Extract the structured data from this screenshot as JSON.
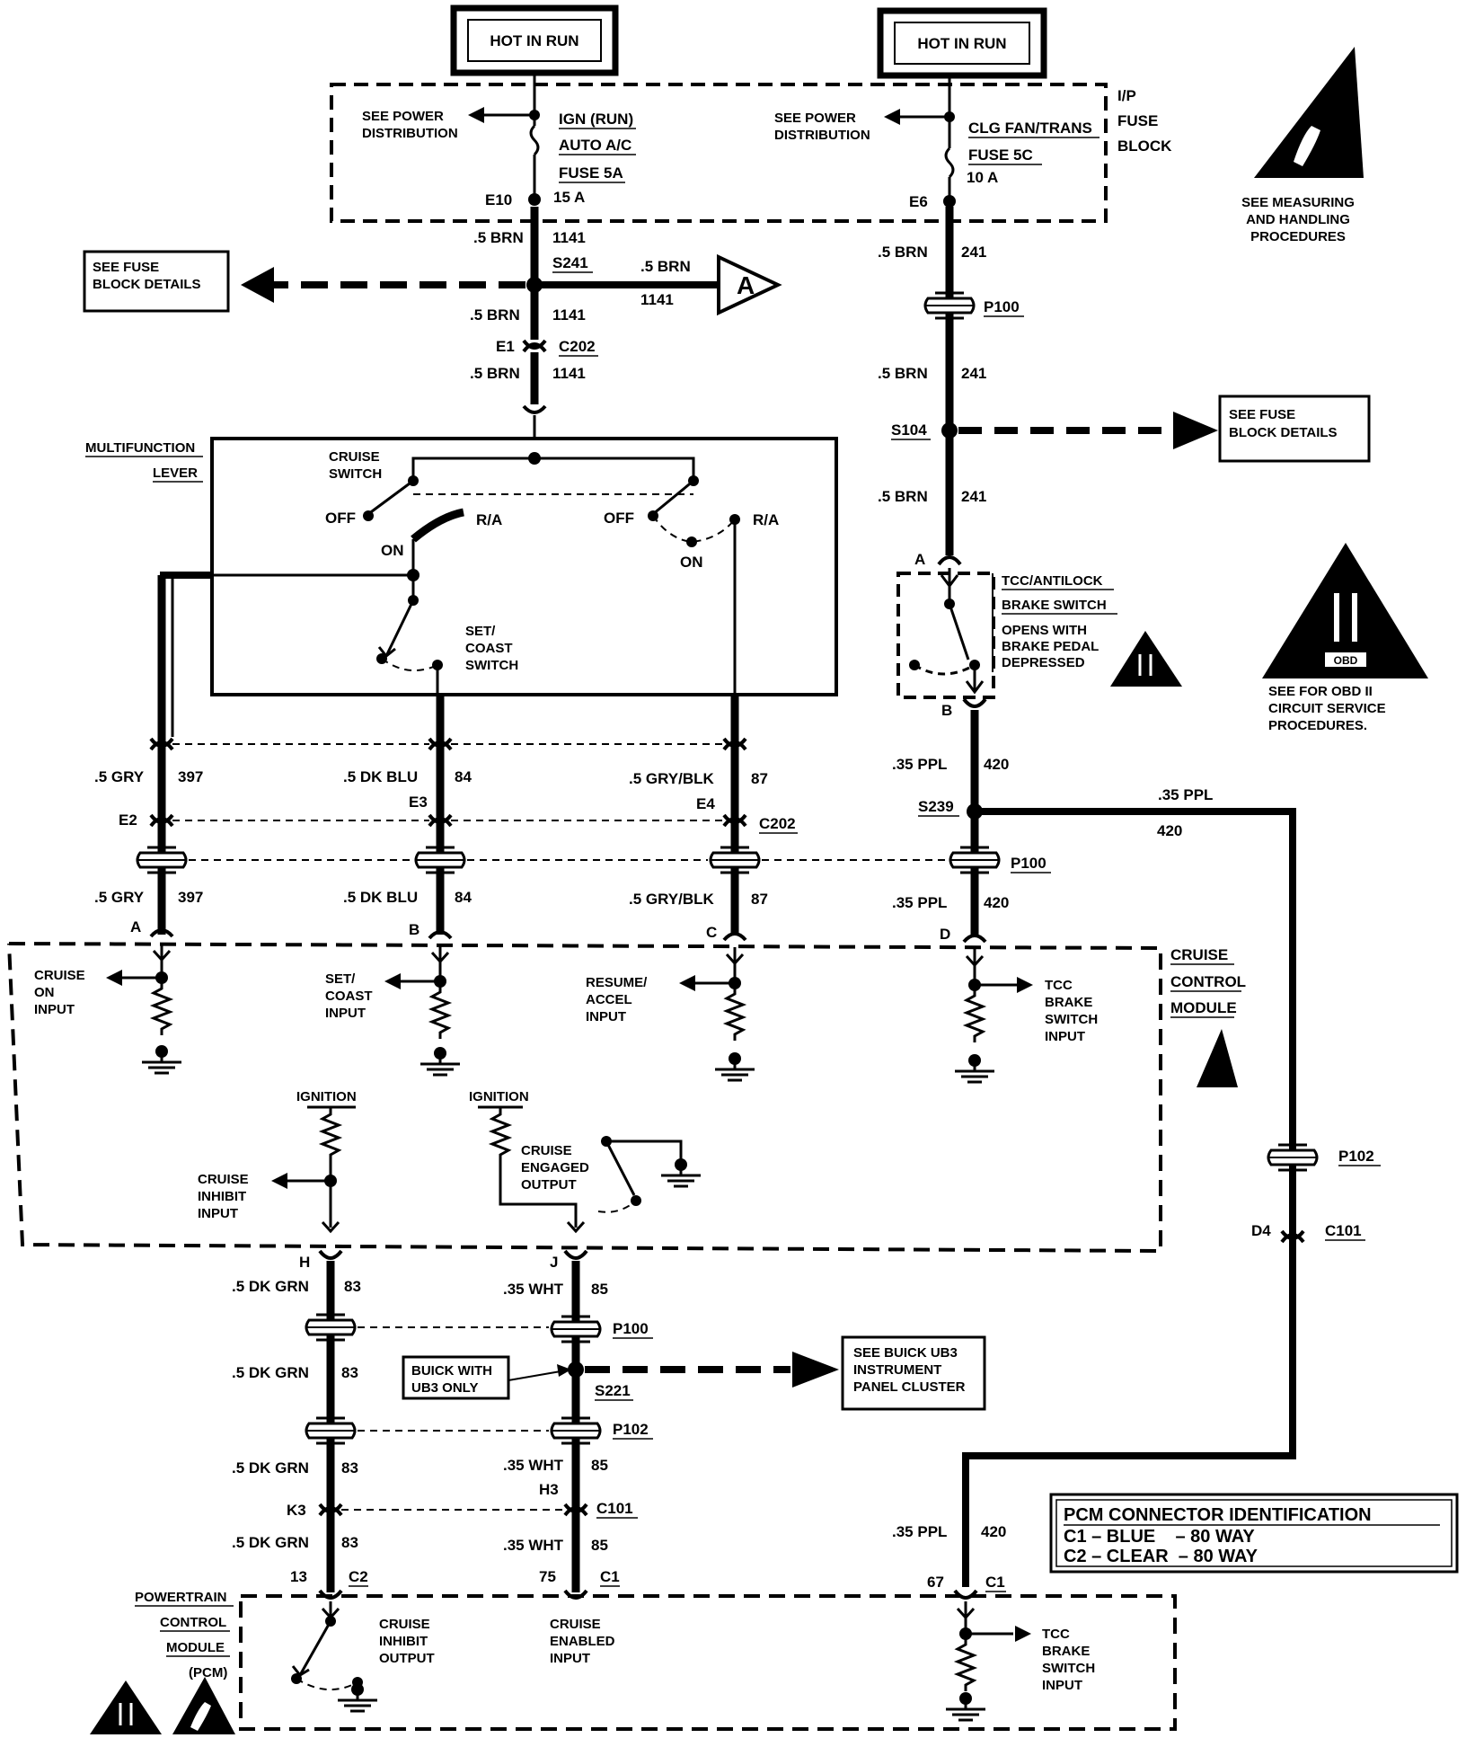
{
  "power": {
    "hot1": "HOT IN RUN",
    "hot2": "HOT IN RUN",
    "ip_fuse_block": [
      "I/P",
      "FUSE",
      "BLOCK"
    ],
    "see_power_1": [
      "SEE POWER",
      "DISTRIBUTION"
    ],
    "see_power_2": [
      "SEE POWER",
      "DISTRIBUTION"
    ],
    "fuse1": [
      "IGN (RUN)",
      "AUTO A/C",
      "FUSE 5A",
      "15 A"
    ],
    "fuse2": [
      "CLG FAN/TRANS",
      "FUSE 5C",
      "10 A"
    ],
    "e10": "E10",
    "e6": "E6"
  },
  "warnings": {
    "esd_top": [
      "SEE MEASURING",
      "AND HANDLING",
      "PROCEDURES"
    ],
    "obd": [
      "SEE FOR OBD II",
      "CIRCUIT SERVICE",
      "PROCEDURES."
    ],
    "obd_mark": "II",
    "obd_badge": "OBD"
  },
  "refs": {
    "fuse_details_left": [
      "SEE FUSE",
      "BLOCK DETAILS"
    ],
    "fuse_details_right": [
      "SEE FUSE",
      "BLOCK DETAILS"
    ],
    "buick_box": [
      "SEE BUICK UB3",
      "INSTRUMENT",
      "PANEL CLUSTER"
    ],
    "ub3_only": [
      "BUICK WITH",
      "UB3 ONLY"
    ],
    "offpage": "A"
  },
  "wires": {
    "brn": ".5 BRN",
    "c1141": "1141",
    "c241": "241",
    "ppl": ".35 PPL",
    "c420": "420",
    "gry": ".5 GRY",
    "c397": "397",
    "dkblu": ".5 DK BLU",
    "c84": "84",
    "gryblk": ".5 GRY/BLK",
    "c87": "87",
    "dkgrn": ".5 DK GRN",
    "c83": "83",
    "wht": ".35 WHT",
    "c85": "85"
  },
  "connectors": {
    "s241": "S241",
    "s104": "S104",
    "s239": "S239",
    "s221": "S221",
    "c202": "C202",
    "c202b": "C202",
    "p100a": "P100",
    "p100b": "P100",
    "p100c": "P100",
    "p102a": "P102",
    "p102b": "P102",
    "c101a": "C101",
    "c101b": "C101",
    "d4": "D4",
    "e1": "E1",
    "e2": "E2",
    "e3": "E3",
    "e4": "E4",
    "k3": "K3",
    "h3": "H3",
    "pa": "A",
    "pb": "B",
    "pc": "C",
    "pd": "D",
    "ph": "H",
    "pj": "J",
    "sw_a": "A",
    "sw_b": "B",
    "pin13": "13",
    "pin75": "75",
    "pin67": "67",
    "c2": "C2",
    "c1a": "C1",
    "c1b": "C1"
  },
  "lever": {
    "title": [
      "MULTIFUNCTION",
      "LEVER"
    ],
    "cruise_switch": [
      "CRUISE",
      "SWITCH"
    ],
    "off1": "OFF",
    "ra1": "R/A",
    "on1": "ON",
    "off2": "OFF",
    "ra2": "R/A",
    "on2": "ON",
    "set_coast": [
      "SET/",
      "COAST",
      "SWITCH"
    ]
  },
  "brake_switch": [
    "TCC/ANTILOCK",
    "BRAKE SWITCH",
    "OPENS WITH",
    "BRAKE PEDAL",
    "DEPRESSED"
  ],
  "ccm": {
    "title": [
      "CRUISE",
      "CONTROL",
      "MODULE"
    ],
    "cruise_on": [
      "CRUISE",
      "ON",
      "INPUT"
    ],
    "set_coast": [
      "SET/",
      "COAST",
      "INPUT"
    ],
    "resume": [
      "RESUME/",
      "ACCEL",
      "INPUT"
    ],
    "tcc": [
      "TCC",
      "BRAKE",
      "SWITCH",
      "INPUT"
    ],
    "ignition1": "IGNITION",
    "ignition2": "IGNITION",
    "inhibit": [
      "CRUISE",
      "INHIBIT",
      "INPUT"
    ],
    "engaged": [
      "CRUISE",
      "ENGAGED",
      "OUTPUT"
    ]
  },
  "pcm": {
    "title": [
      "POWERTRAIN",
      "CONTROL",
      "MODULE",
      "(PCM)"
    ],
    "inhibit_out": [
      "CRUISE",
      "INHIBIT",
      "OUTPUT"
    ],
    "enabled_in": [
      "CRUISE",
      "ENABLED",
      "INPUT"
    ],
    "tcc_in": [
      "TCC",
      "BRAKE",
      "SWITCH",
      "INPUT"
    ]
  },
  "pcm_id": {
    "title": "PCM CONNECTOR IDENTIFICATION",
    "row1": "C1 – BLUE    – 80 WAY",
    "row2": "C2 – CLEAR  – 80 WAY"
  }
}
